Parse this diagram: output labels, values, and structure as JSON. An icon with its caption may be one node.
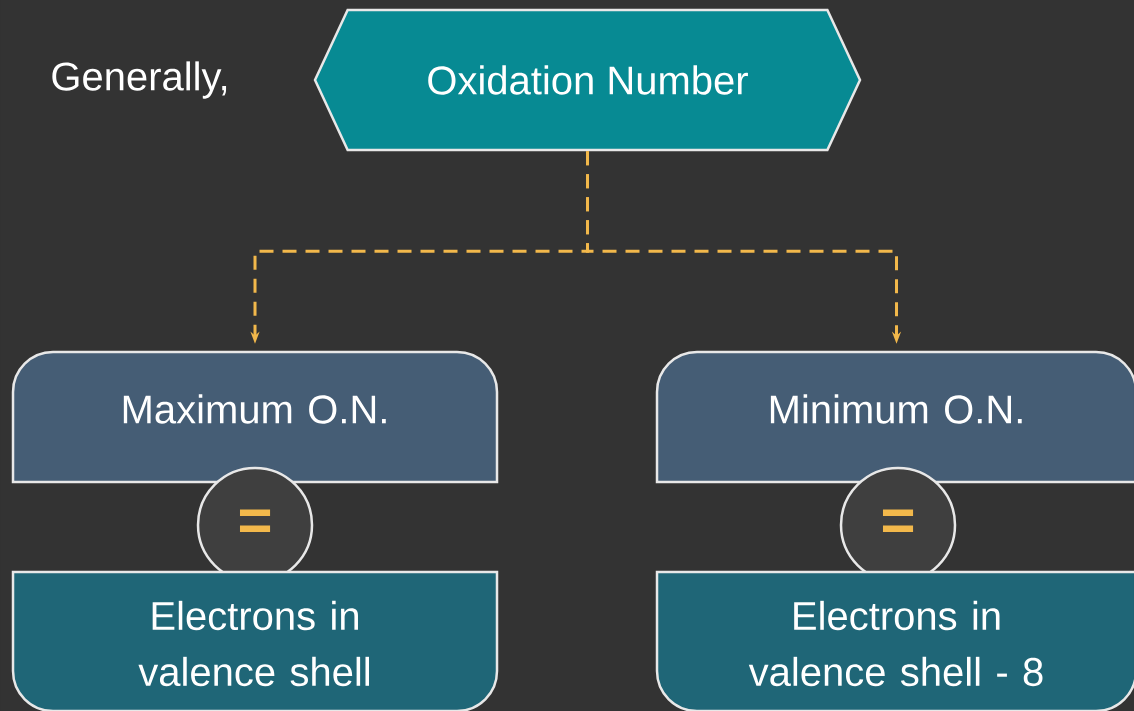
{
  "diagram": {
    "nodes": [
      {
        "text": [
          "Oxidation Number"
        ]
      },
      {
        "text": [
          "Maximum O.N."
        ]
      },
      {
        "text": [
          "="
        ]
      },
      {
        "text": [
          "Electrons in valence shell"
        ]
      },
      {
        "text": [
          "Minimum O.N."
        ]
      },
      {
        "text": [
          "="
        ]
      },
      {
        "text": [
          "Electrons in valence shell - 8"
        ]
      }
    ],
    "edges": [
      {
        "from": 0,
        "to": 1,
        "arrow": "to",
        "style": "dashed",
        "color": "#f2b84b"
      },
      {
        "from": 0,
        "to": 4,
        "arrow": "to",
        "style": "dashed",
        "color": "#f2b84b"
      }
    ],
    "labels": [
      "Generally,"
    ]
  }
}
